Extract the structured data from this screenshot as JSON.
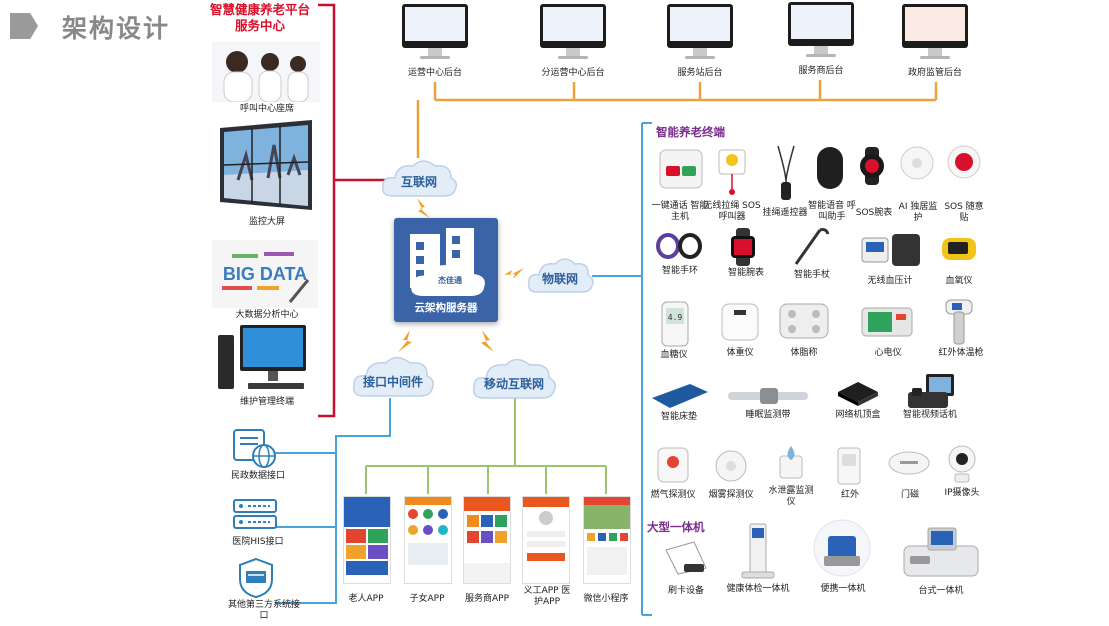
{
  "header": {
    "title": "架构设计"
  },
  "platform": {
    "line1": "智慧健康养老平台",
    "line2": "服务中心"
  },
  "backends": [
    {
      "label": "运营中心后台"
    },
    {
      "label": "分运营中心后台"
    },
    {
      "label": "服务站后台"
    },
    {
      "label": "服务商后台"
    },
    {
      "label": "政府监管后台"
    }
  ],
  "service_center": [
    {
      "label": "呼叫中心座席"
    },
    {
      "label": "监控大屏"
    },
    {
      "label": "大数据分析中心",
      "art": "BIG DATA"
    },
    {
      "label": "维护管理终端"
    }
  ],
  "clouds": {
    "internet": "互联网",
    "iot": "物联网",
    "middleware": "接口中间件",
    "mobile": "移动互联网"
  },
  "server": {
    "label": "云架构服务器",
    "brand": "杰佳通"
  },
  "interfaces": [
    {
      "label": "民政数据接口"
    },
    {
      "label": "医院HIS接口"
    },
    {
      "label": "其他第三方系统接口"
    }
  ],
  "apps": [
    {
      "label": "老人APP"
    },
    {
      "label": "子女APP"
    },
    {
      "label": "服务商APP"
    },
    {
      "label": "义工APP 医护APP"
    },
    {
      "label": "微信小程序"
    }
  ],
  "terminals": {
    "section_title": "智能养老终端",
    "rows": [
      [
        {
          "label": "一键通话 智能主机"
        },
        {
          "label": "无线拉绳 SOS呼叫器"
        },
        {
          "label": "挂绳遥控器"
        },
        {
          "label": "智能语音 呼叫助手"
        },
        {
          "label": "SOS腕表"
        },
        {
          "label": "AI 独居监护"
        },
        {
          "label": "SOS 随意贴"
        }
      ],
      [
        {
          "label": "智能手环"
        },
        {
          "label": "智能腕表"
        },
        {
          "label": "智能手杖"
        },
        {
          "label": "无线血压计"
        },
        {
          "label": "血氧仪"
        }
      ],
      [
        {
          "label": "血糖仪",
          "reading": "4.9"
        },
        {
          "label": "体重仪"
        },
        {
          "label": "体脂称"
        },
        {
          "label": "心电仪"
        },
        {
          "label": "红外体温枪"
        }
      ],
      [
        {
          "label": "智能床垫"
        },
        {
          "label": "睡眠监测带"
        },
        {
          "label": "网络机顶盒"
        },
        {
          "label": "智能视频话机"
        }
      ],
      [
        {
          "label": "燃气探测仪"
        },
        {
          "label": "烟雾探测仪"
        },
        {
          "label": "水泄露监测仪"
        },
        {
          "label": "红外"
        },
        {
          "label": "门磁"
        },
        {
          "label": "IP摄像头"
        }
      ]
    ]
  },
  "large": {
    "section_title": "大型一体机",
    "items": [
      {
        "label": "刷卡设备"
      },
      {
        "label": "健康体检一体机"
      },
      {
        "label": "便携一体机"
      },
      {
        "label": "台式一体机"
      }
    ]
  },
  "colors": {
    "red_line": "#c8102e",
    "orange_line": "#e8a33c",
    "blue_line": "#4aa3d8",
    "green_line": "#9dc36b",
    "section_title": "#7a2d8f",
    "cloud_text": "#2d5f9a",
    "server_bg": "#3b64a8"
  }
}
